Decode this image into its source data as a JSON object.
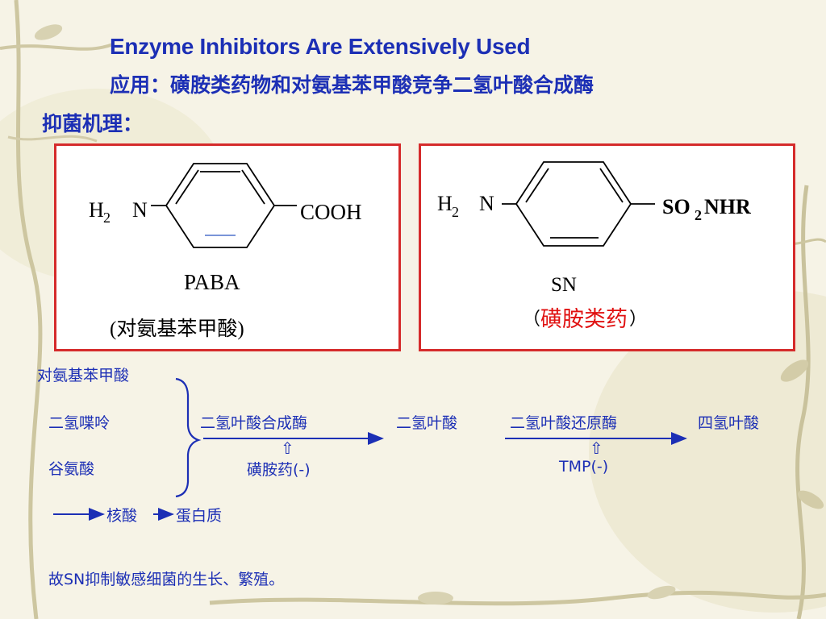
{
  "header": {
    "title_en": "Enzyme Inhibitors Are Extensively Used",
    "title_cn": "应用：磺胺类药物和对氨基苯甲酸竞争二氢叶酸合成酶",
    "subtitle_cn": "抑菌机理："
  },
  "paba_panel": {
    "h": "H",
    "h_sub": "2",
    "n": "N",
    "group": "COOH",
    "label": "PABA",
    "label_cn": "(对氨基苯甲酸)"
  },
  "sn_panel": {
    "h": "H",
    "h_sub": "2",
    "n": "N",
    "group_so": "SO",
    "group_sub": "2",
    "group_nhr": "NHR",
    "label": "SN",
    "label_cn_open": "（",
    "label_cn": "磺胺类药",
    "label_cn_close": "）"
  },
  "pathway": {
    "substrate_1": "对氨基苯甲酸",
    "substrate_2": "二氢喋呤",
    "substrate_3": "谷氨酸",
    "enzyme_1": "二氢叶酸合成酶",
    "product_1": "二氢叶酸",
    "enzyme_2": "二氢叶酸还原酶",
    "product_2": "四氢叶酸",
    "inhibitor_1": "磺胺药(-)",
    "inhibitor_2": "TMP(-)",
    "up_arrow": "⇧",
    "downstream_1": "核酸",
    "downstream_2": "蛋白质"
  },
  "conclusion": "故SN抑制敏感细菌的生长、繁殖。",
  "colors": {
    "title_blue": "#1c2fb5",
    "panel_border": "#d52b2b",
    "highlight_red": "#e01010",
    "background": "#f6f3e6"
  }
}
